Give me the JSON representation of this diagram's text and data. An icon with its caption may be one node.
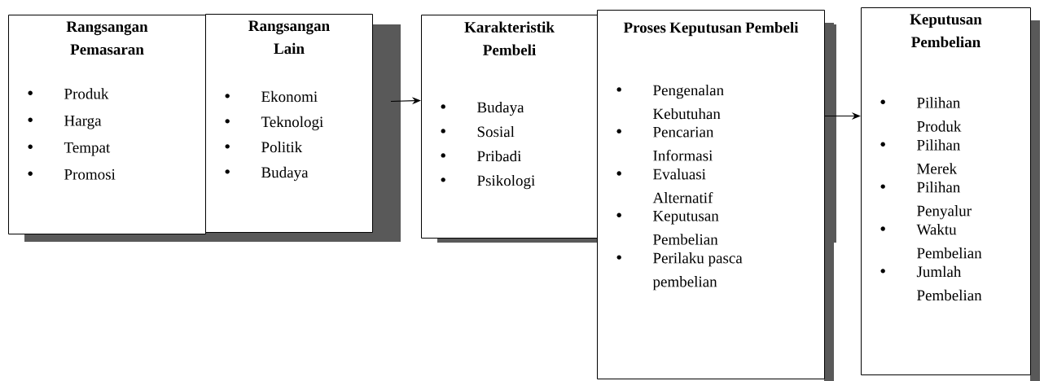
{
  "diagram": {
    "nodes": [
      {
        "text": [
          "Rangsangan Pemasaran",
          "Produk",
          "Harga",
          "Tempat",
          "Promosi"
        ]
      },
      {
        "text": [
          "Rangsangan Lain",
          "Ekonomi",
          "Teknologi",
          "Politik",
          "Budaya"
        ]
      },
      {
        "text": [
          "Karakteristik Pembeli",
          "Budaya",
          "Sosial",
          "Pribadi",
          "Psikologi"
        ]
      },
      {
        "text": [
          "Proses Keputusan Pembeli",
          "Pengenalan Kebutuhan",
          "Pencarian Informasi",
          "Evaluasi Alternatif",
          "Keputusan Pembelian",
          "Perilaku pasca pembelian"
        ]
      },
      {
        "text": [
          "Keputusan Pembelian",
          "Pilihan Produk",
          "Pilihan Merek",
          "Pilihan Penyalur",
          "Waktu Pembelian",
          "Jumlah Pembelian"
        ]
      }
    ],
    "edges": [
      {
        "from": 1,
        "to": 2,
        "arrow": "to"
      },
      {
        "from": 3,
        "to": 4,
        "arrow": "to"
      }
    ]
  }
}
